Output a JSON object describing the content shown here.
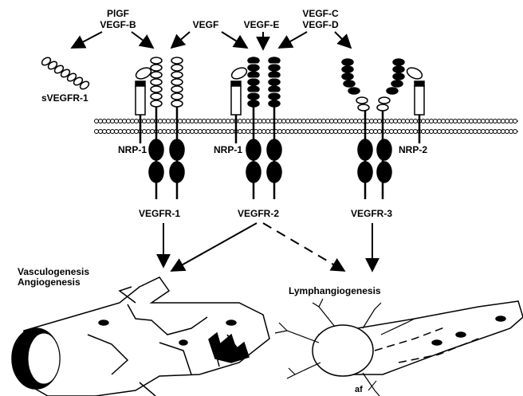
{
  "ligands": {
    "plgf": "PlGF",
    "vegf_b": "VEGF-B",
    "vegf": "VEGF",
    "vegf_e": "VEGF-E",
    "vegf_c": "VEGF-C",
    "vegf_d": "VEGF-D"
  },
  "receptors": {
    "svegfr1": "sVEGFR-1",
    "nrp1_left": "NRP-1",
    "nrp1_mid": "NRP-1",
    "nrp2": "NRP-2",
    "vegfr1": "VEGFR-1",
    "vegfr2": "VEGFR-2",
    "vegfr3": "VEGFR-3"
  },
  "outcomes": {
    "vasculogenesis": "Vasculogenesis",
    "angiogenesis": "Angiogenesis",
    "lymphangiogenesis": "Lymphangiogenesis"
  },
  "annotations": {
    "af": "af"
  },
  "colors": {
    "ink": "#000000",
    "paper": "#ffffff"
  }
}
